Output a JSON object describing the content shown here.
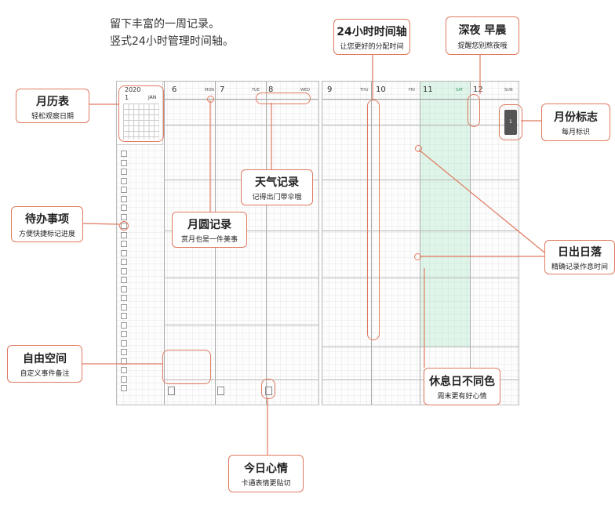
{
  "intro": {
    "line1": "留下丰富的一周记录。",
    "line2": "竖式24小时管理时间轴。"
  },
  "planner": {
    "calendar": {
      "year": "2020",
      "month_num": "1",
      "month": "JAN"
    },
    "days": [
      {
        "num": "6",
        "name": "MON"
      },
      {
        "num": "7",
        "name": "TUE"
      },
      {
        "num": "8",
        "name": "WED"
      },
      {
        "num": "9",
        "name": "THU"
      },
      {
        "num": "10",
        "name": "FRI"
      },
      {
        "num": "11",
        "name": "SAT"
      },
      {
        "num": "12",
        "name": "SUN"
      }
    ],
    "month_tab": "1"
  },
  "callouts": {
    "calendar": {
      "title": "月历表",
      "sub": "轻松观察日期"
    },
    "todo": {
      "title": "待办事项",
      "sub": "方便快捷标记进度"
    },
    "free": {
      "title": "自由空间",
      "sub": "自定义事件备注"
    },
    "moon": {
      "title": "月圆记录",
      "sub": "赏月也是一件美事"
    },
    "weather": {
      "title": "天气记录",
      "sub": "记得出门带伞哦"
    },
    "timeline": {
      "title": "24小时时间轴",
      "sub": "让您更好的分配时间"
    },
    "night": {
      "title": "深夜 早晨",
      "sub": "提醒您别熬夜哦"
    },
    "monthmark": {
      "title": "月份标志",
      "sub": "每月标识"
    },
    "sunrise": {
      "title": "日出日落",
      "sub": "精确记录作息时间"
    },
    "weekend": {
      "title": "休息日不同色",
      "sub": "周末更有好心情"
    },
    "mood": {
      "title": "今日心情",
      "sub": "卡通表情更贴切"
    }
  },
  "colors": {
    "accent": "#e07a5f",
    "weekend": "#b5e8cc"
  }
}
